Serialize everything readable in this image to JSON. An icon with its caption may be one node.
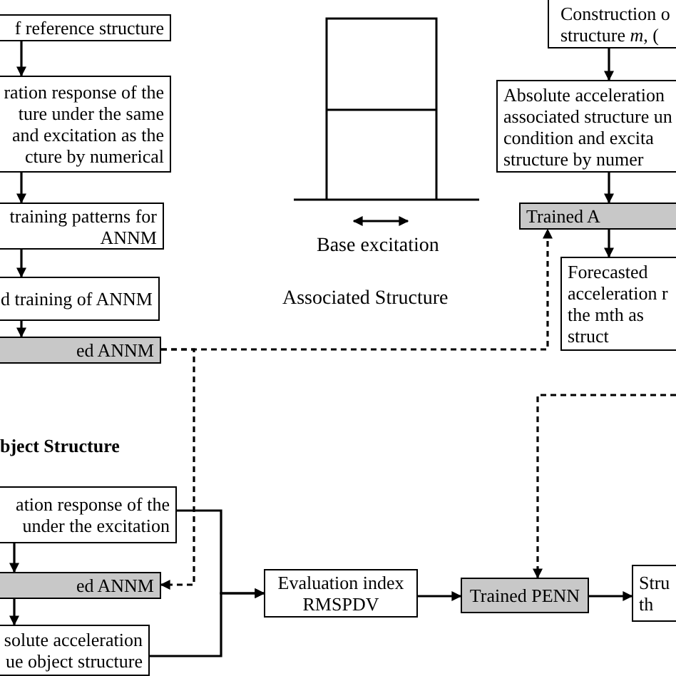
{
  "diagram": {
    "nodes": [
      {
        "text": [
          "f reference structure"
        ]
      },
      {
        "text": [
          "ration response of the ture under the same and excitation as the cture by numerical"
        ]
      },
      {
        "text": [
          "training patterns for ANNM"
        ]
      },
      {
        "text": [
          "d training of ANNM"
        ]
      },
      {
        "text": [
          "ed ANNM"
        ]
      },
      {
        "text": [
          "Construction o structure *m*, ("
        ]
      },
      {
        "text": [
          "Absolute acceleration associated structure un condition and excita structure by numer"
        ]
      },
      {
        "text": [
          "Trained A"
        ]
      },
      {
        "text": [
          "Forecasted acceleration r the mth as struct"
        ]
      },
      {
        "text": [
          "ation response of the under the excitation"
        ]
      },
      {
        "text": [
          "ed ANNM"
        ]
      },
      {
        "text": [
          "solute acceleration ue object structure"
        ]
      },
      {
        "text": [
          "Evaluation index RMSPDV"
        ]
      },
      {
        "text": [
          "Trained PENN"
        ]
      },
      {
        "text": [
          "Stru th"
        ]
      }
    ],
    "edges": [
      {
        "from": 0,
        "to": 1,
        "arrow": "to"
      },
      {
        "from": 1,
        "to": 2,
        "arrow": "to"
      },
      {
        "from": 2,
        "to": 3,
        "arrow": "to"
      },
      {
        "from": 3,
        "to": 4,
        "arrow": "to"
      },
      {
        "from": 4,
        "to": 7,
        "arrow": "to",
        "style": "dashed"
      },
      {
        "from": 4,
        "to": 10,
        "arrow": "to",
        "style": "dashed"
      },
      {
        "from": 5,
        "to": 6,
        "arrow": "to"
      },
      {
        "from": 6,
        "to": 7,
        "arrow": "to"
      },
      {
        "from": 7,
        "to": 8,
        "arrow": "to"
      },
      {
        "from": null,
        "to": 13,
        "arrow": "to",
        "style": "dashed"
      },
      {
        "from": 9,
        "to": 10,
        "arrow": "to"
      },
      {
        "from": 10,
        "to": 11,
        "arrow": "to"
      },
      {
        "from": 9,
        "to": 12,
        "arrow": "to"
      },
      {
        "from": 11,
        "to": 12,
        "arrow": "to"
      },
      {
        "from": 12,
        "to": 13,
        "arrow": "to"
      },
      {
        "from": 13,
        "to": 14,
        "arrow": "to"
      }
    ],
    "labels": [
      "Base excitation",
      "Associated Structure",
      "bject Structure"
    ]
  }
}
